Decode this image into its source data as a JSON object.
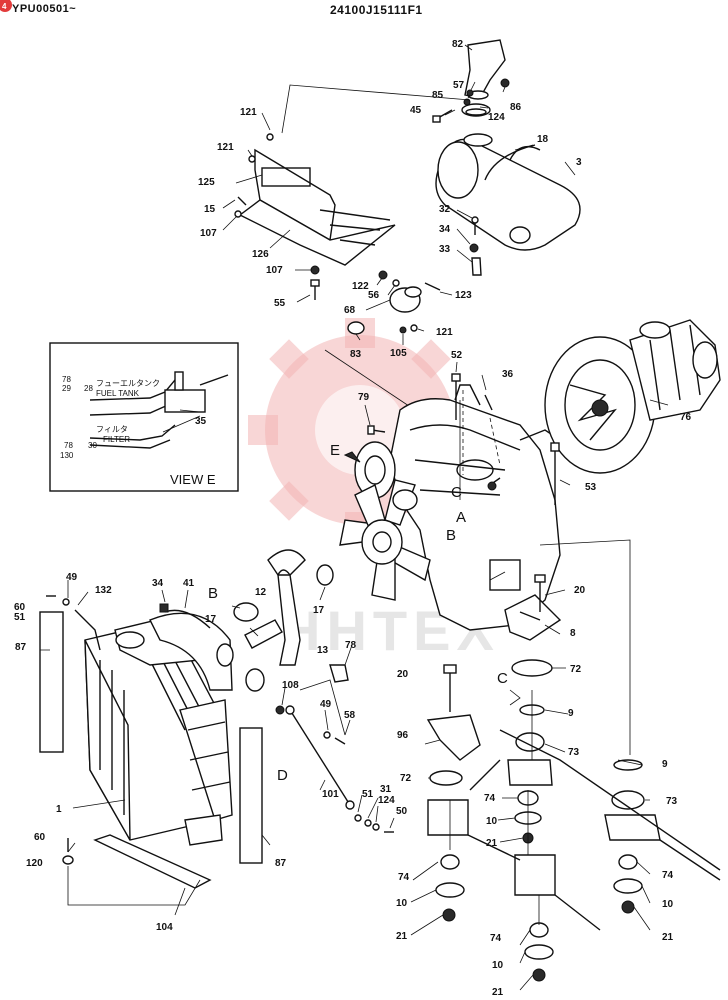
{
  "header": {
    "serial": "YPU00501~",
    "drawing_no": "24100J15111F1",
    "marker": "4"
  },
  "watermark": {
    "text": "HHTEX",
    "color": "#f3b5b5"
  },
  "inset": {
    "title": "VIEW E",
    "labels": {
      "fuel_tank_jp": "フューエルタンク",
      "fuel_tank": "FUEL TANK",
      "filter_jp": "フィルタ",
      "filter": "FILTER",
      "n78a": "78",
      "n29": "29",
      "n28": "28",
      "n35": "35",
      "n78b": "78",
      "n30": "30",
      "n130": "130"
    }
  },
  "view_letters": {
    "A": "A",
    "B": "B",
    "C": "C",
    "D": "D",
    "E": "E",
    "B2": "B",
    "C2": "C"
  },
  "callouts": {
    "c82": "82",
    "c57": "57",
    "c85": "85",
    "c86": "86",
    "c124a": "124",
    "c45": "45",
    "c18": "18",
    "c3": "3",
    "c121a": "121",
    "c121b": "121",
    "c125": "125",
    "c15": "15",
    "c107a": "107",
    "c126": "126",
    "c107b": "107",
    "c55": "55",
    "c32": "32",
    "c34a": "34",
    "c33": "33",
    "c122": "122",
    "c56": "56",
    "c123": "123",
    "c68": "68",
    "c121c": "121",
    "c83": "83",
    "c105": "105",
    "c52": "52",
    "c36": "36",
    "c79": "79",
    "c76": "76",
    "c53": "53",
    "c17a": "17",
    "c20a": "20",
    "c8": "8",
    "c49a": "49",
    "c60a": "60",
    "c51a": "51",
    "c132": "132",
    "c34b": "34",
    "c41": "41",
    "c12": "12",
    "c87a": "87",
    "c17b": "17",
    "c13": "13",
    "c78": "78",
    "c108": "108",
    "c49b": "49",
    "c58": "58",
    "c20b": "20",
    "c72a": "72",
    "c9a": "9",
    "c96": "96",
    "c73a": "73",
    "c9b": "9",
    "c72b": "72",
    "c74a": "74",
    "c10a": "10",
    "c21a": "21",
    "c73b": "73",
    "c101": "101",
    "c51b": "51",
    "c31": "31",
    "c124b": "124",
    "c50": "50",
    "c1": "1",
    "c60b": "60",
    "c120": "120",
    "c87b": "87",
    "c74b": "74",
    "c10b": "10",
    "c21b": "21",
    "c104": "104",
    "c74c": "74",
    "c10c": "10",
    "c21c": "21",
    "c74d": "74",
    "c10d": "10",
    "c21d": "21"
  }
}
